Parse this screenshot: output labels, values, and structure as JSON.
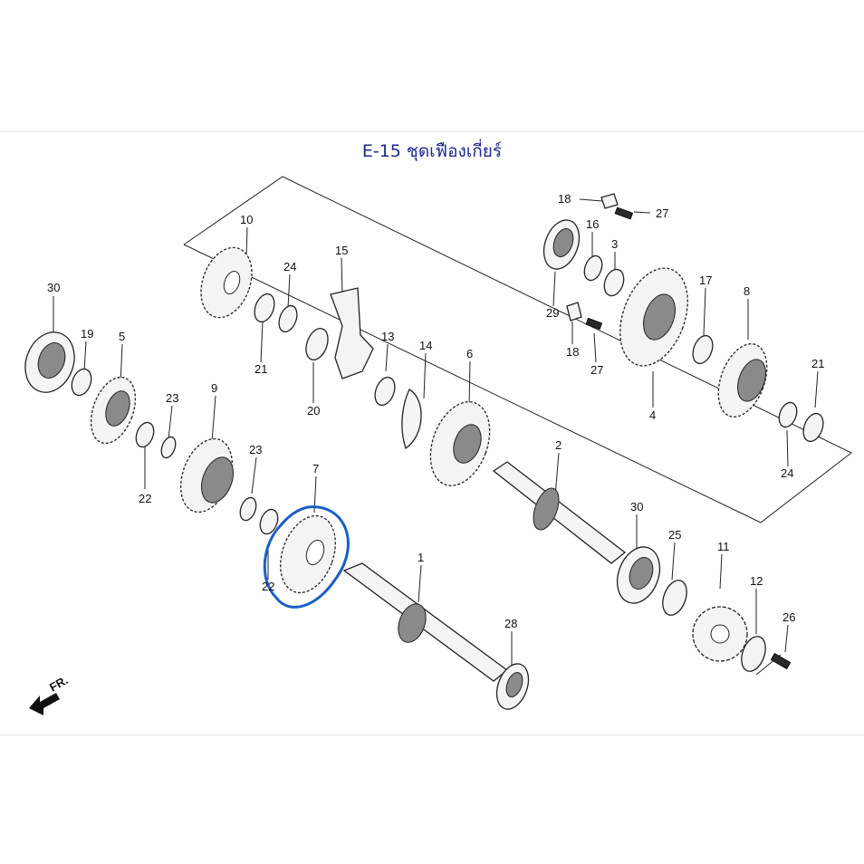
{
  "diagram": {
    "title": "E-15 ชุดเฟืองเกี่ยร์",
    "direction_label": "FR.",
    "highlight_color": "#1a5fc4",
    "highlighted_part": "7",
    "callouts": [
      {
        "id": "c1",
        "text": "1"
      },
      {
        "id": "c2",
        "text": "2"
      },
      {
        "id": "c3",
        "text": "3"
      },
      {
        "id": "c4",
        "text": "4"
      },
      {
        "id": "c5",
        "text": "5"
      },
      {
        "id": "c6",
        "text": "6"
      },
      {
        "id": "c7",
        "text": "7"
      },
      {
        "id": "c8",
        "text": "8"
      },
      {
        "id": "c9",
        "text": "9"
      },
      {
        "id": "c10",
        "text": "10"
      },
      {
        "id": "c11",
        "text": "11"
      },
      {
        "id": "c12",
        "text": "12"
      },
      {
        "id": "c13",
        "text": "13"
      },
      {
        "id": "c14",
        "text": "14"
      },
      {
        "id": "c15",
        "text": "15"
      },
      {
        "id": "c16",
        "text": "16"
      },
      {
        "id": "c17",
        "text": "17"
      },
      {
        "id": "c18a",
        "text": "18"
      },
      {
        "id": "c18b",
        "text": "18"
      },
      {
        "id": "c19",
        "text": "19"
      },
      {
        "id": "c20",
        "text": "20"
      },
      {
        "id": "c21a",
        "text": "21"
      },
      {
        "id": "c21b",
        "text": "21"
      },
      {
        "id": "c22a",
        "text": "22"
      },
      {
        "id": "c22b",
        "text": "22"
      },
      {
        "id": "c23a",
        "text": "23"
      },
      {
        "id": "c23b",
        "text": "23"
      },
      {
        "id": "c24a",
        "text": "24"
      },
      {
        "id": "c24b",
        "text": "24"
      },
      {
        "id": "c25",
        "text": "25"
      },
      {
        "id": "c26",
        "text": "26"
      },
      {
        "id": "c27a",
        "text": "27"
      },
      {
        "id": "c27b",
        "text": "27"
      },
      {
        "id": "c28",
        "text": "28"
      },
      {
        "id": "c29",
        "text": "29"
      },
      {
        "id": "c30a",
        "text": "30"
      },
      {
        "id": "c30b",
        "text": "30"
      }
    ]
  }
}
